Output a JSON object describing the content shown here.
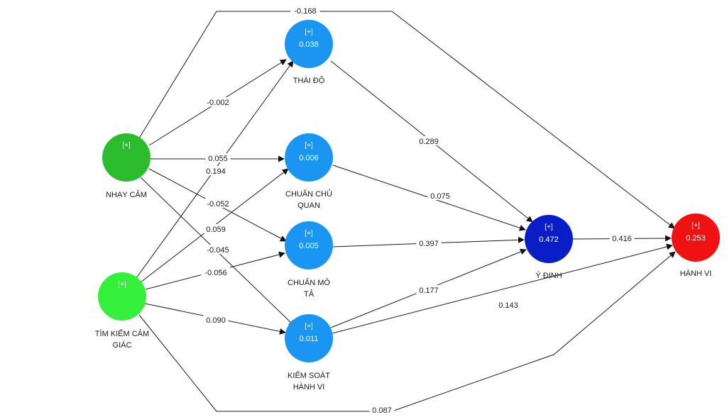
{
  "diagram": {
    "nodes": [
      {
        "id": "nhay_cam",
        "expand": "[+]",
        "value": "",
        "label_lines": [
          "NHẠY CẢM"
        ],
        "color": "#2bbd2e"
      },
      {
        "id": "tim_kiem",
        "expand": "[+]",
        "value": "",
        "label_lines": [
          "TÌM KIẾM CẢM",
          "GIÁC"
        ],
        "color": "#35f03a"
      },
      {
        "id": "thai_do",
        "expand": "[+]",
        "value": "0.038",
        "label_lines": [
          "THÁI ĐỘ"
        ],
        "color": "#1a96f2"
      },
      {
        "id": "chuan_chu_quan",
        "expand": "[+]",
        "value": "0.006",
        "label_lines": [
          "CHUẨN CHỦ",
          "QUAN"
        ],
        "color": "#1a96f2"
      },
      {
        "id": "chuan_mo_ta",
        "expand": "[+]",
        "value": "0.005",
        "label_lines": [
          "CHUẨN MÔ",
          "TẢ"
        ],
        "color": "#1a96f2"
      },
      {
        "id": "kiem_soat",
        "expand": "[+]",
        "value": "0.011",
        "label_lines": [
          "KIỂM SOÁT",
          "HÀNH VI"
        ],
        "color": "#1a96f2"
      },
      {
        "id": "y_dinh",
        "expand": "[+]",
        "value": "0.472",
        "label_lines": [
          "Ý ĐỊNH"
        ],
        "color": "#0a1ec8"
      },
      {
        "id": "hanh_vi",
        "expand": "[+]",
        "value": "0.253",
        "label_lines": [
          "HÀNH VI"
        ],
        "color": "#f01212"
      }
    ],
    "edges": [
      {
        "from": "nhay_cam",
        "to": "thai_do",
        "label": "-0.002"
      },
      {
        "from": "nhay_cam",
        "to": "chuan_chu_quan",
        "label": "0.055"
      },
      {
        "from": "nhay_cam",
        "to": "chuan_mo_ta",
        "label": "-0.052"
      },
      {
        "from": "nhay_cam",
        "to": "kiem_soat",
        "label": "-0.045"
      },
      {
        "from": "nhay_cam",
        "to": "hanh_vi",
        "label": "-0.168"
      },
      {
        "from": "tim_kiem",
        "to": "thai_do",
        "label": "0.194"
      },
      {
        "from": "tim_kiem",
        "to": "chuan_chu_quan",
        "label": "0.059"
      },
      {
        "from": "tim_kiem",
        "to": "chuan_mo_ta",
        "label": "-0.056"
      },
      {
        "from": "tim_kiem",
        "to": "kiem_soat",
        "label": "0.090"
      },
      {
        "from": "tim_kiem",
        "to": "hanh_vi",
        "label": "0.087"
      },
      {
        "from": "thai_do",
        "to": "y_dinh",
        "label": "0.289"
      },
      {
        "from": "chuan_chu_quan",
        "to": "y_dinh",
        "label": "0.075"
      },
      {
        "from": "chuan_mo_ta",
        "to": "y_dinh",
        "label": "0.397"
      },
      {
        "from": "kiem_soat",
        "to": "y_dinh",
        "label": "0.177"
      },
      {
        "from": "kiem_soat",
        "to": "hanh_vi",
        "label": "0.143"
      },
      {
        "from": "y_dinh",
        "to": "hanh_vi",
        "label": "0.416"
      }
    ]
  }
}
